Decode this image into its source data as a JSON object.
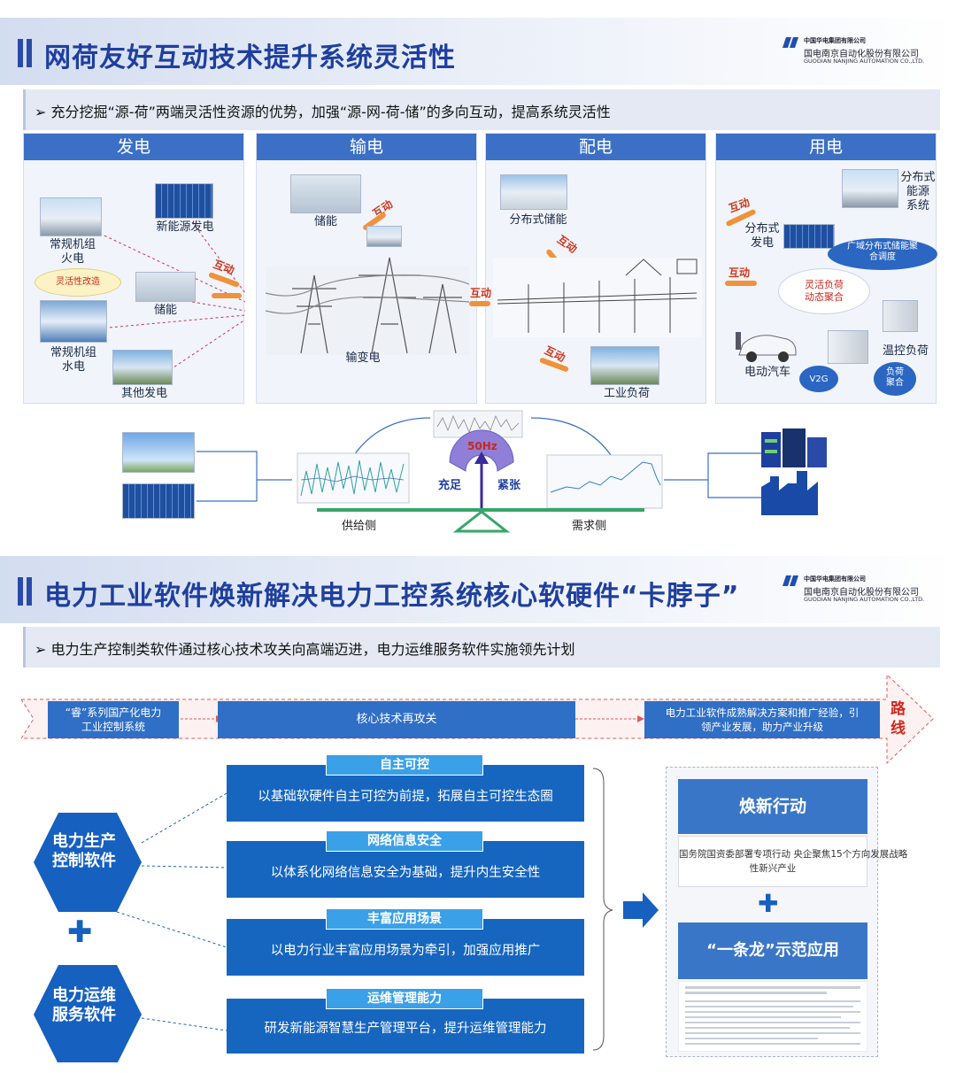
{
  "section1": {
    "header_title": "网荷友好互动技术提升系统灵活性",
    "logo": {
      "line1": "中国华电集团有限公司",
      "line2": "国电南京自动化股份有限公司",
      "line3": "GUODIAN NANJING AUTOMATION CO.,LTD."
    },
    "bullet": "充分挖掘“源-荷”两端灵活性资源的优势，加强“源-网-荷-储”的多向互动，提高系统灵活性",
    "panels": {
      "fadian": {
        "title": "发电",
        "labels": {
          "thermal": "常规机组\n火电",
          "newenergy": "新能源发电",
          "flex": "灵活性改造",
          "storage": "储能",
          "hydro": "常规机组\n水电",
          "other": "其他发电"
        }
      },
      "shudian": {
        "title": "输电",
        "labels": {
          "storage": "储能",
          "substation": "输变电"
        }
      },
      "peidian": {
        "title": "配电",
        "labels": {
          "dist_storage": "分布式储能",
          "industrial": "工业负荷"
        }
      },
      "yongdian": {
        "title": "用电",
        "labels": {
          "dist_energy": "分布式\n能源\n系统",
          "dist_gen": "分布式\n发电",
          "regional": "广域分布式储能聚\n合调度",
          "flex_load": "灵活负荷\n动态聚合",
          "ev": "电动汽车",
          "temp": "温控负荷",
          "v2g": "V2G",
          "load_agg": "负荷\n聚合"
        }
      }
    },
    "interaction_label": "互动",
    "balance": {
      "freq": "50Hz",
      "left": "充足",
      "right": "紧张",
      "supply": "供给侧",
      "demand": "需求侧"
    }
  },
  "section2": {
    "header_title": "电力工业软件焕新解决电力工控系统核心软硬件“卡脖子”",
    "logo": {
      "line1": "中国华电集团有限公司",
      "line2": "国电南京自动化股份有限公司",
      "line3": "GUODIAN NANJING AUTOMATION CO.,LTD."
    },
    "bullet": "电力生产控制类软件通过核心技术攻关向高端迈进，电力运维服务软件实施领先计划",
    "roadmap": {
      "step1": "“睿”系列国产化电力\n工业控制系统",
      "step2": "核心技术再攻关",
      "step3": "电力工业软件成熟解决方案和推广经验，引\n领产业发展，助力产业升级",
      "end_label": "路\n线"
    },
    "hex1": "电力生产\n控制软件",
    "hex2": "电力运维\n服务软件",
    "plus": "✚",
    "items": [
      {
        "tag": "自主可控",
        "text": "以基础软硬件自主可控为前提，拓展自主可控生态圈"
      },
      {
        "tag": "网络信息安全",
        "text": "以体系化网络信息安全为基础，提升内生安全性"
      },
      {
        "tag": "丰富应用场景",
        "text": "以电力行业丰富应用场景为牵引，加强应用推广"
      },
      {
        "tag": "运维管理能力",
        "text": "研发新能源智慧生产管理平台，提升运维管理能力"
      }
    ],
    "right": {
      "action": "焕新行动",
      "doc_text": "国务院国资委部署专项行动 央企聚焦15个方向发展战略\n性新兴产业",
      "plus": "✚",
      "demo": "“一条龙”示范应用"
    }
  },
  "colors": {
    "header_blue": "#1f3f9e",
    "panel_blue": "#3b70c6",
    "box_blue": "#1666c0",
    "orange": "#f0923a",
    "red": "#d0381c"
  }
}
